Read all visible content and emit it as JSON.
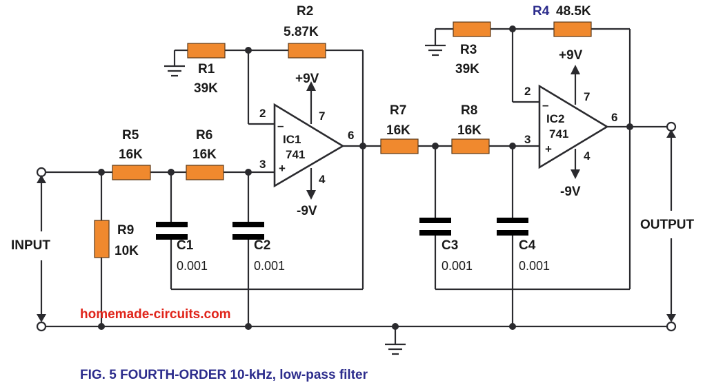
{
  "components": {
    "r1": {
      "name": "R1",
      "value": "39K"
    },
    "r2": {
      "name": "R2",
      "value": "5.87K"
    },
    "r3": {
      "name": "R3",
      "value": "39K"
    },
    "r4": {
      "name": "R4",
      "value": "48.5K"
    },
    "r5": {
      "name": "R5",
      "value": "16K"
    },
    "r6": {
      "name": "R6",
      "value": "16K"
    },
    "r7": {
      "name": "R7",
      "value": "16K"
    },
    "r8": {
      "name": "R8",
      "value": "16K"
    },
    "r9": {
      "name": "R9",
      "value": "10K"
    },
    "c1": {
      "name": "C1",
      "value": "0.001"
    },
    "c2": {
      "name": "C2",
      "value": "0.001"
    },
    "c3": {
      "name": "C3",
      "value": "0.001"
    },
    "c4": {
      "name": "C4",
      "value": "0.001"
    }
  },
  "opamps": {
    "ic1": {
      "name": "IC1",
      "part": "741",
      "pos_supply": "+9V",
      "neg_supply": "-9V",
      "pin_inv": "2",
      "pin_noninv": "3",
      "pin_out": "6",
      "pin_v_pos": "7",
      "pin_v_neg": "4",
      "minus_sign": "–",
      "plus_sign": "+"
    },
    "ic2": {
      "name": "IC2",
      "part": "741",
      "pos_supply": "+9V",
      "neg_supply": "-9V",
      "pin_inv": "2",
      "pin_noninv": "3",
      "pin_out": "6",
      "pin_v_pos": "7",
      "pin_v_neg": "4",
      "minus_sign": "–",
      "plus_sign": "+"
    }
  },
  "labels": {
    "input": "INPUT",
    "output": "OUTPUT",
    "watermark": "homemade-circuits.com",
    "caption": "FIG. 5 FOURTH-ORDER 10-kHz, low-pass filter"
  },
  "colors": {
    "resistor": "#f0892e",
    "wire": "#2a2a2e",
    "watermark": "#e0241a",
    "caption": "#2c2c8c"
  }
}
